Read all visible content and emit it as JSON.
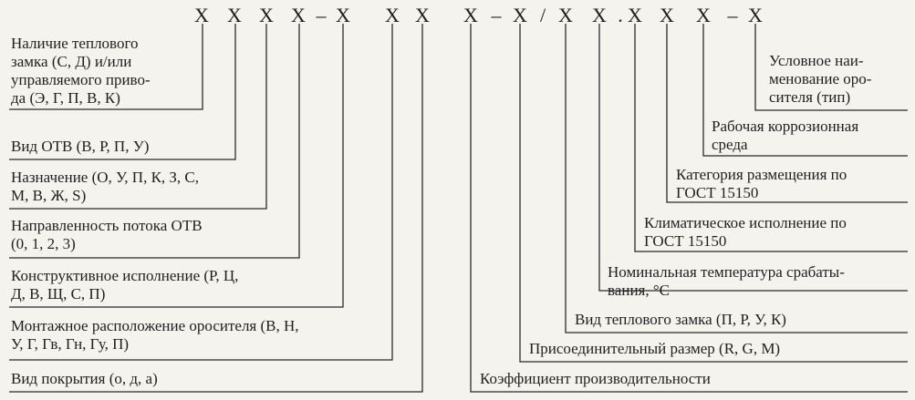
{
  "code": {
    "chars": [
      "X",
      "X",
      "X",
      "X",
      "–",
      "X",
      "X",
      "X",
      "X",
      "–",
      "X",
      "/",
      "X",
      "X",
      ".",
      "X",
      "X",
      "X",
      "–",
      "X"
    ]
  },
  "left_labels": [
    {
      "lines": [
        "Наличие теплового",
        "замка (С, Д) и/или",
        "управляемого приво-",
        "да (Э, Г, П, В, К)"
      ]
    },
    {
      "lines": [
        "Вид ОТВ (В, Р, П, У)"
      ]
    },
    {
      "lines": [
        "Назначение (О, У, П, К, З, С,",
        "М, В, Ж, S)"
      ]
    },
    {
      "lines": [
        "Направленность потока ОТВ",
        "(0, 1, 2, 3)"
      ]
    },
    {
      "lines": [
        "Конструктивное исполнение (Р, Ц,",
        "Д, В, Щ, С, П)"
      ]
    },
    {
      "lines": [
        "Монтажное расположение оросителя (В, Н,",
        "У, Г, Гв, Гн, Гу, П)"
      ]
    },
    {
      "lines": [
        "Вид покрытия (о, д, а)"
      ]
    }
  ],
  "right_labels": [
    {
      "lines": [
        "Условное наи-",
        "менование оро-",
        "сителя (тип)"
      ]
    },
    {
      "lines": [
        "Рабочая коррозионная",
        "среда"
      ]
    },
    {
      "lines": [
        "Категория размещения по",
        "ГОСТ 15150"
      ]
    },
    {
      "lines": [
        "Климатическое исполнение по",
        "ГОСТ 15150"
      ]
    },
    {
      "lines": [
        "Номинальная температура срабаты-",
        "вания, °С"
      ]
    },
    {
      "lines": [
        "Вид теплового замка (П, Р, У, К)"
      ]
    },
    {
      "lines": [
        "Присоединительный размер (R, G, M)"
      ]
    },
    {
      "lines": [
        "Коэффициент производительности"
      ]
    }
  ]
}
